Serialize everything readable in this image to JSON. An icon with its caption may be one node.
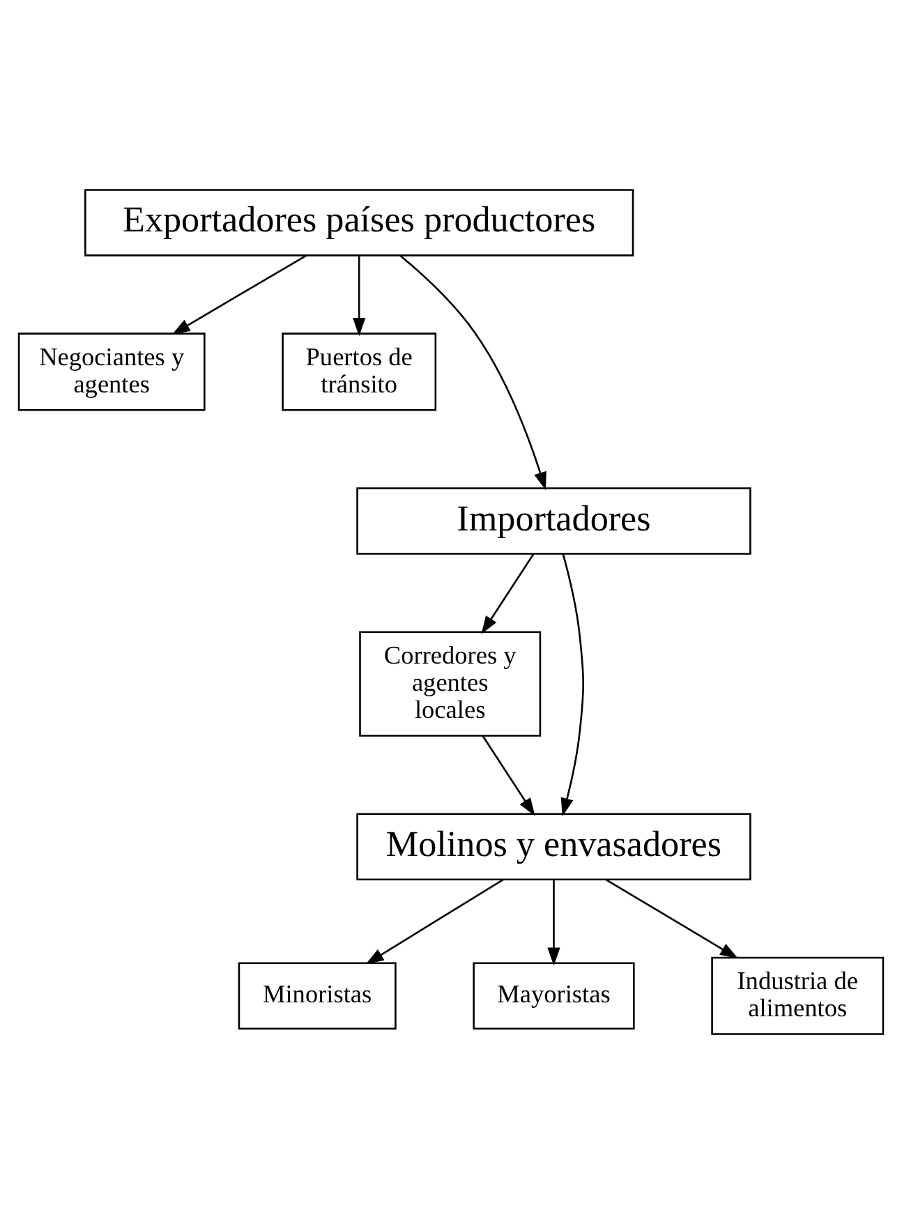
{
  "diagram": {
    "nodes": [
      {
        "text": [
          "Exportadores países productores"
        ]
      },
      {
        "text": [
          "Negociantes y agentes"
        ]
      },
      {
        "text": [
          "Puertos de tránsito"
        ]
      },
      {
        "text": [
          "Importadores"
        ]
      },
      {
        "text": [
          "Corredores y agentes locales"
        ]
      },
      {
        "text": [
          "Molinos y envasadores"
        ]
      },
      {
        "text": [
          "Minoristas"
        ]
      },
      {
        "text": [
          "Mayoristas"
        ]
      },
      {
        "text": [
          "Industria de alimentos"
        ]
      }
    ],
    "edges": [
      {
        "from": 0,
        "to": 1,
        "arrow": "to"
      },
      {
        "from": 0,
        "to": 2,
        "arrow": "to"
      },
      {
        "from": 0,
        "to": 3,
        "arrow": "to"
      },
      {
        "from": 3,
        "to": 4,
        "arrow": "to"
      },
      {
        "from": 3,
        "to": 5,
        "arrow": "to"
      },
      {
        "from": 4,
        "to": 5,
        "arrow": "to"
      },
      {
        "from": 5,
        "to": 6,
        "arrow": "to"
      },
      {
        "from": 5,
        "to": 7,
        "arrow": "to"
      },
      {
        "from": 5,
        "to": 8,
        "arrow": "to"
      }
    ]
  }
}
